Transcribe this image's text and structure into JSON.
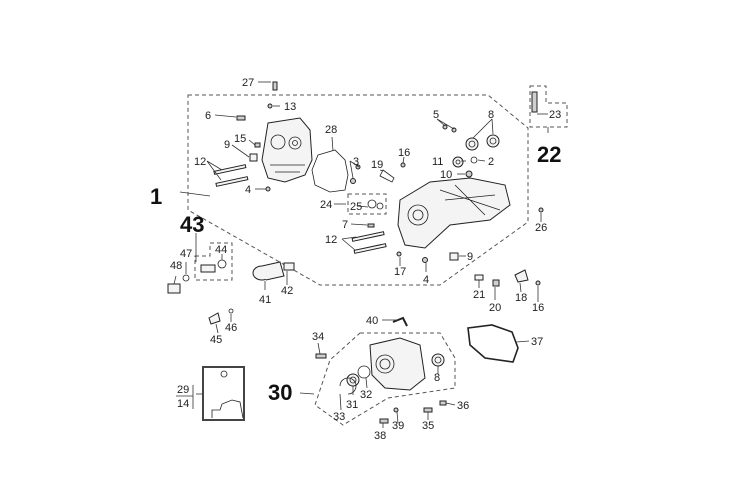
{
  "diagram": {
    "title": "Crankcase exploded parts diagram",
    "group_labels": {
      "crankcase": "1",
      "stud_kit": "22",
      "transmission_cover": "30",
      "oil_pump_kit": "43"
    },
    "callouts": {
      "n2": "2",
      "n3": "3",
      "n4a": "4",
      "n4b": "4",
      "n5": "5",
      "n6": "6",
      "n7": "7",
      "n8a": "8",
      "n8b": "8",
      "n9a": "9",
      "n9b": "9",
      "n10": "10",
      "n11": "11",
      "n12a": "12",
      "n12b": "12",
      "n13": "13",
      "n14": "14",
      "n15": "15",
      "n16a": "16",
      "n16b": "16",
      "n17": "17",
      "n18": "18",
      "n19": "19",
      "n20": "20",
      "n21": "21",
      "n23": "23",
      "n24": "24",
      "n25": "25",
      "n26": "26",
      "n27": "27",
      "n28": "28",
      "n29": "29",
      "n31": "31",
      "n32": "32",
      "n33": "33",
      "n34": "34",
      "n35": "35",
      "n36": "36",
      "n37": "37",
      "n38": "38",
      "n39": "39",
      "n40": "40",
      "n41": "41",
      "n42": "42",
      "n44": "44",
      "n45": "45",
      "n46": "46",
      "n47": "47",
      "n48": "48"
    }
  }
}
